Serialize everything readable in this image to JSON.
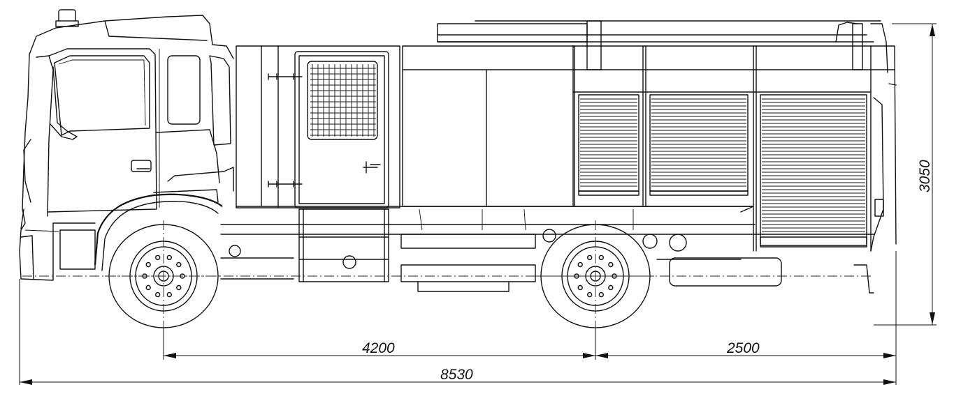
{
  "dimensions": {
    "front_wheelbase": "4200",
    "rear_overhang": "2500",
    "overall_length": "8530",
    "overall_height": "3050"
  }
}
